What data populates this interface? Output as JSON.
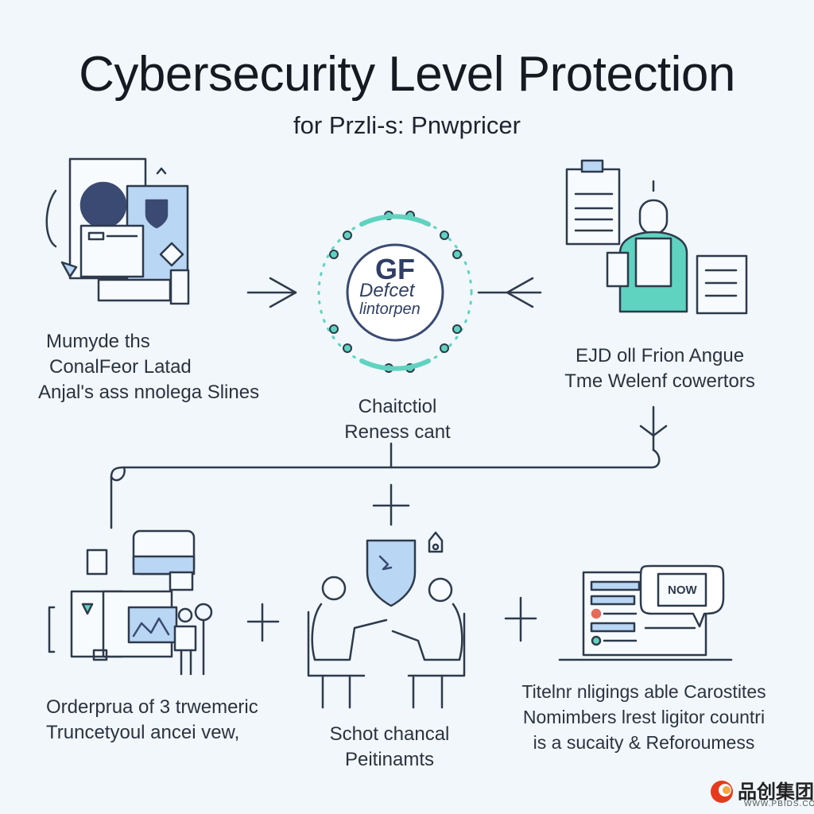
{
  "header": {
    "title": "Cybersecurity Level Protection",
    "subtitle": "for Przli-s: Pnwpricer"
  },
  "center": {
    "badge_line1": "GF",
    "badge_line2": "Defcet",
    "badge_line3": "lintorpen",
    "caption_line1": "Chaitctiol",
    "caption_line2": "Reness cant"
  },
  "top_left": {
    "lines": [
      "Mumyde ths",
      "ConalFeor Latad",
      "Anjal's ass nnolega Slines"
    ]
  },
  "top_right": {
    "lines": [
      "EJD oll Frion Angue",
      "Tme Welenf cowertors"
    ]
  },
  "bottom_left": {
    "lines": [
      "Orderprua of 3 trwemeric",
      "Truncetyoul ancei vew,"
    ]
  },
  "bottom_middle": {
    "lines": [
      "Schot chancal",
      "Peitinamts"
    ]
  },
  "bottom_right": {
    "lines": [
      "Titelnr nligings able Carostites",
      "Nomimbers lrest ligitor countri",
      "is a sucaity & Reforoumess"
    ],
    "bubble_label": "NOW"
  },
  "watermark": {
    "brand": "品创集团",
    "url": "WWW.PBIDS.COM"
  },
  "colors": {
    "line": "#2e3a4c",
    "navy": "#3a4a72",
    "accent_teal": "#5fd3c0",
    "accent_blue": "#b9d6f4",
    "background": "#f1f7fa"
  }
}
